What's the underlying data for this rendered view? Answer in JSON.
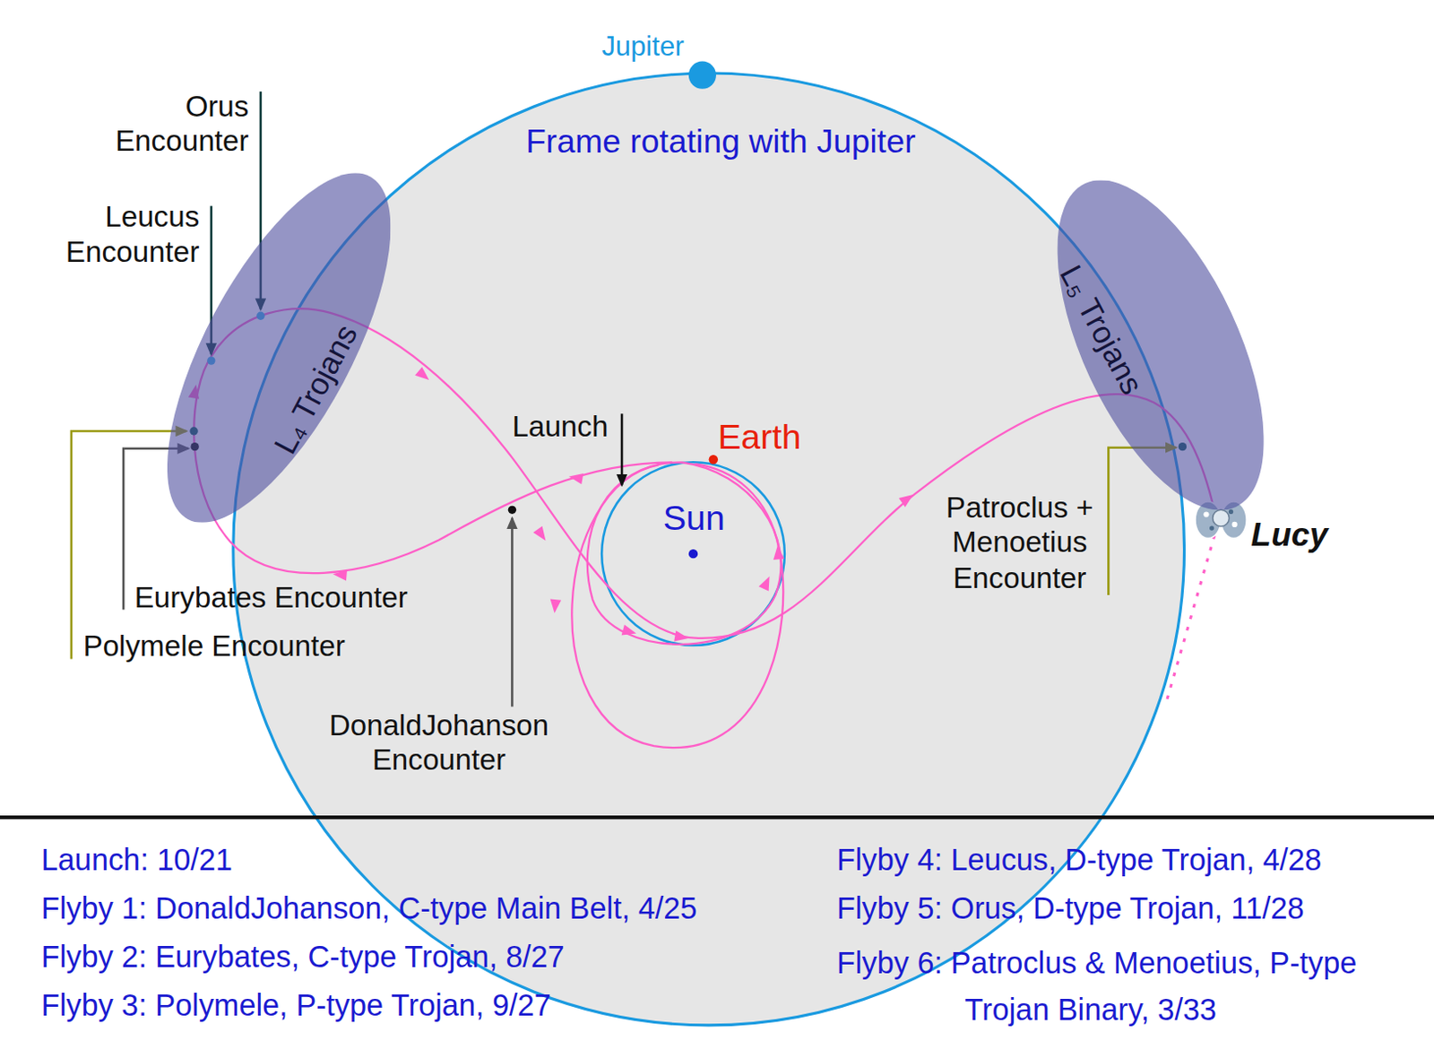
{
  "diagram": {
    "nodes": [
      {
        "text": [
          "L₄ Trojans"
        ]
      },
      {
        "text": [
          "L₅ Trojans"
        ]
      }
    ],
    "labels": [
      "Jupiter",
      "Frame rotating with Jupiter",
      "Orus Encounter",
      "Leucus Encounter",
      "Launch",
      "Earth",
      "Sun",
      "Eurybates Encounter",
      "Polymele Encounter",
      "DonaldJohanson Encounter",
      "Patroclus + Menoetius Encounter",
      "Lucy",
      "Launch: 10/21",
      "Flyby 1: DonaldJohanson, C-type Main Belt, 4/25",
      "Flyby 2: Eurybates, C-type Trojan, 8/27",
      "Flyby 3: Polymele, P-type Trojan, 9/27",
      "Flyby 4: Leucus, D-type Trojan, 4/28",
      "Flyby 5: Orus, D-type Trojan, 11/28",
      "Flyby 6: Patroclus & Menoetius, P-type Trojan Binary, 3/33"
    ]
  }
}
